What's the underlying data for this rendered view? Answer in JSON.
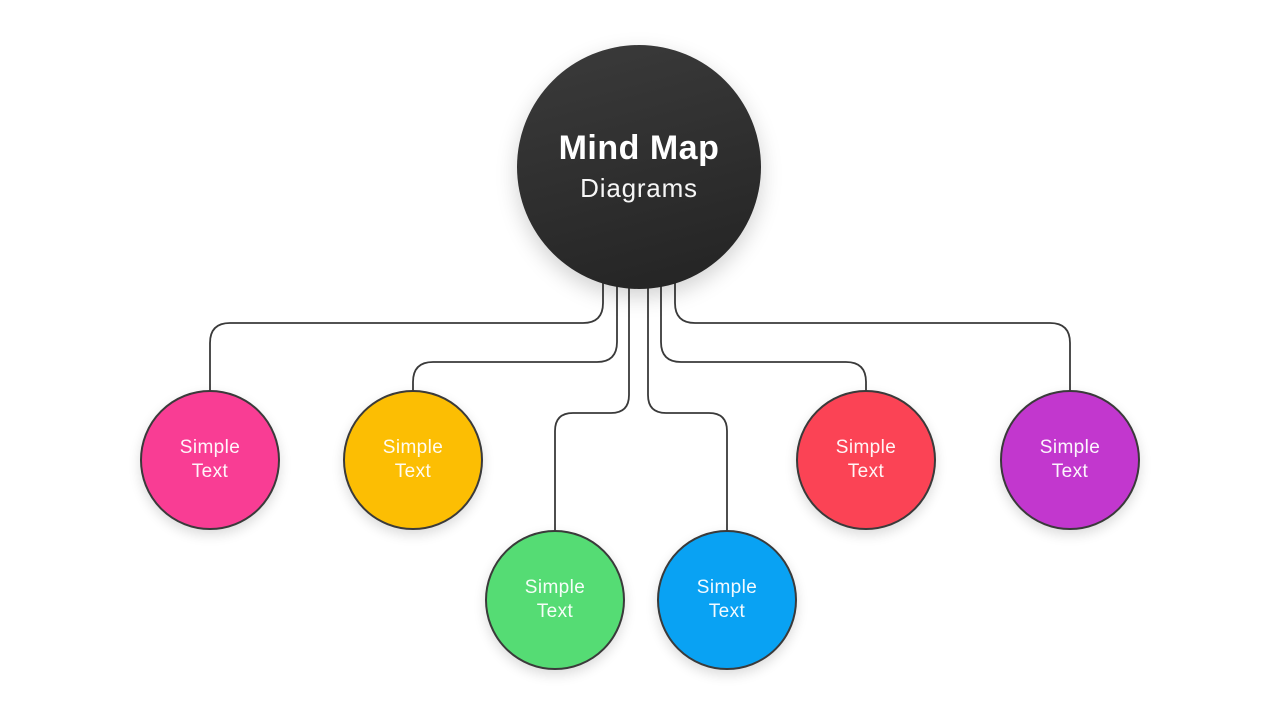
{
  "center": {
    "title": "Mind Map",
    "subtitle": "Diagrams",
    "background": {
      "from": "#3b3b3b",
      "to": "#232323",
      "angle": "165deg"
    }
  },
  "connector_color": "#3a3a3a",
  "nodes": [
    {
      "name": "pink",
      "label": "Simple Text",
      "color": "#F93D94"
    },
    {
      "name": "yellow",
      "label": "Simple Text",
      "color": "#FCBE03"
    },
    {
      "name": "green",
      "label": "Simple Text",
      "color": "#55DC74"
    },
    {
      "name": "blue",
      "label": "Simple Text",
      "color": "#09A2F3"
    },
    {
      "name": "red",
      "label": "Simple Text",
      "color": "#FB4355"
    },
    {
      "name": "purple",
      "label": "Simple Text",
      "color": "#C237CE"
    }
  ]
}
